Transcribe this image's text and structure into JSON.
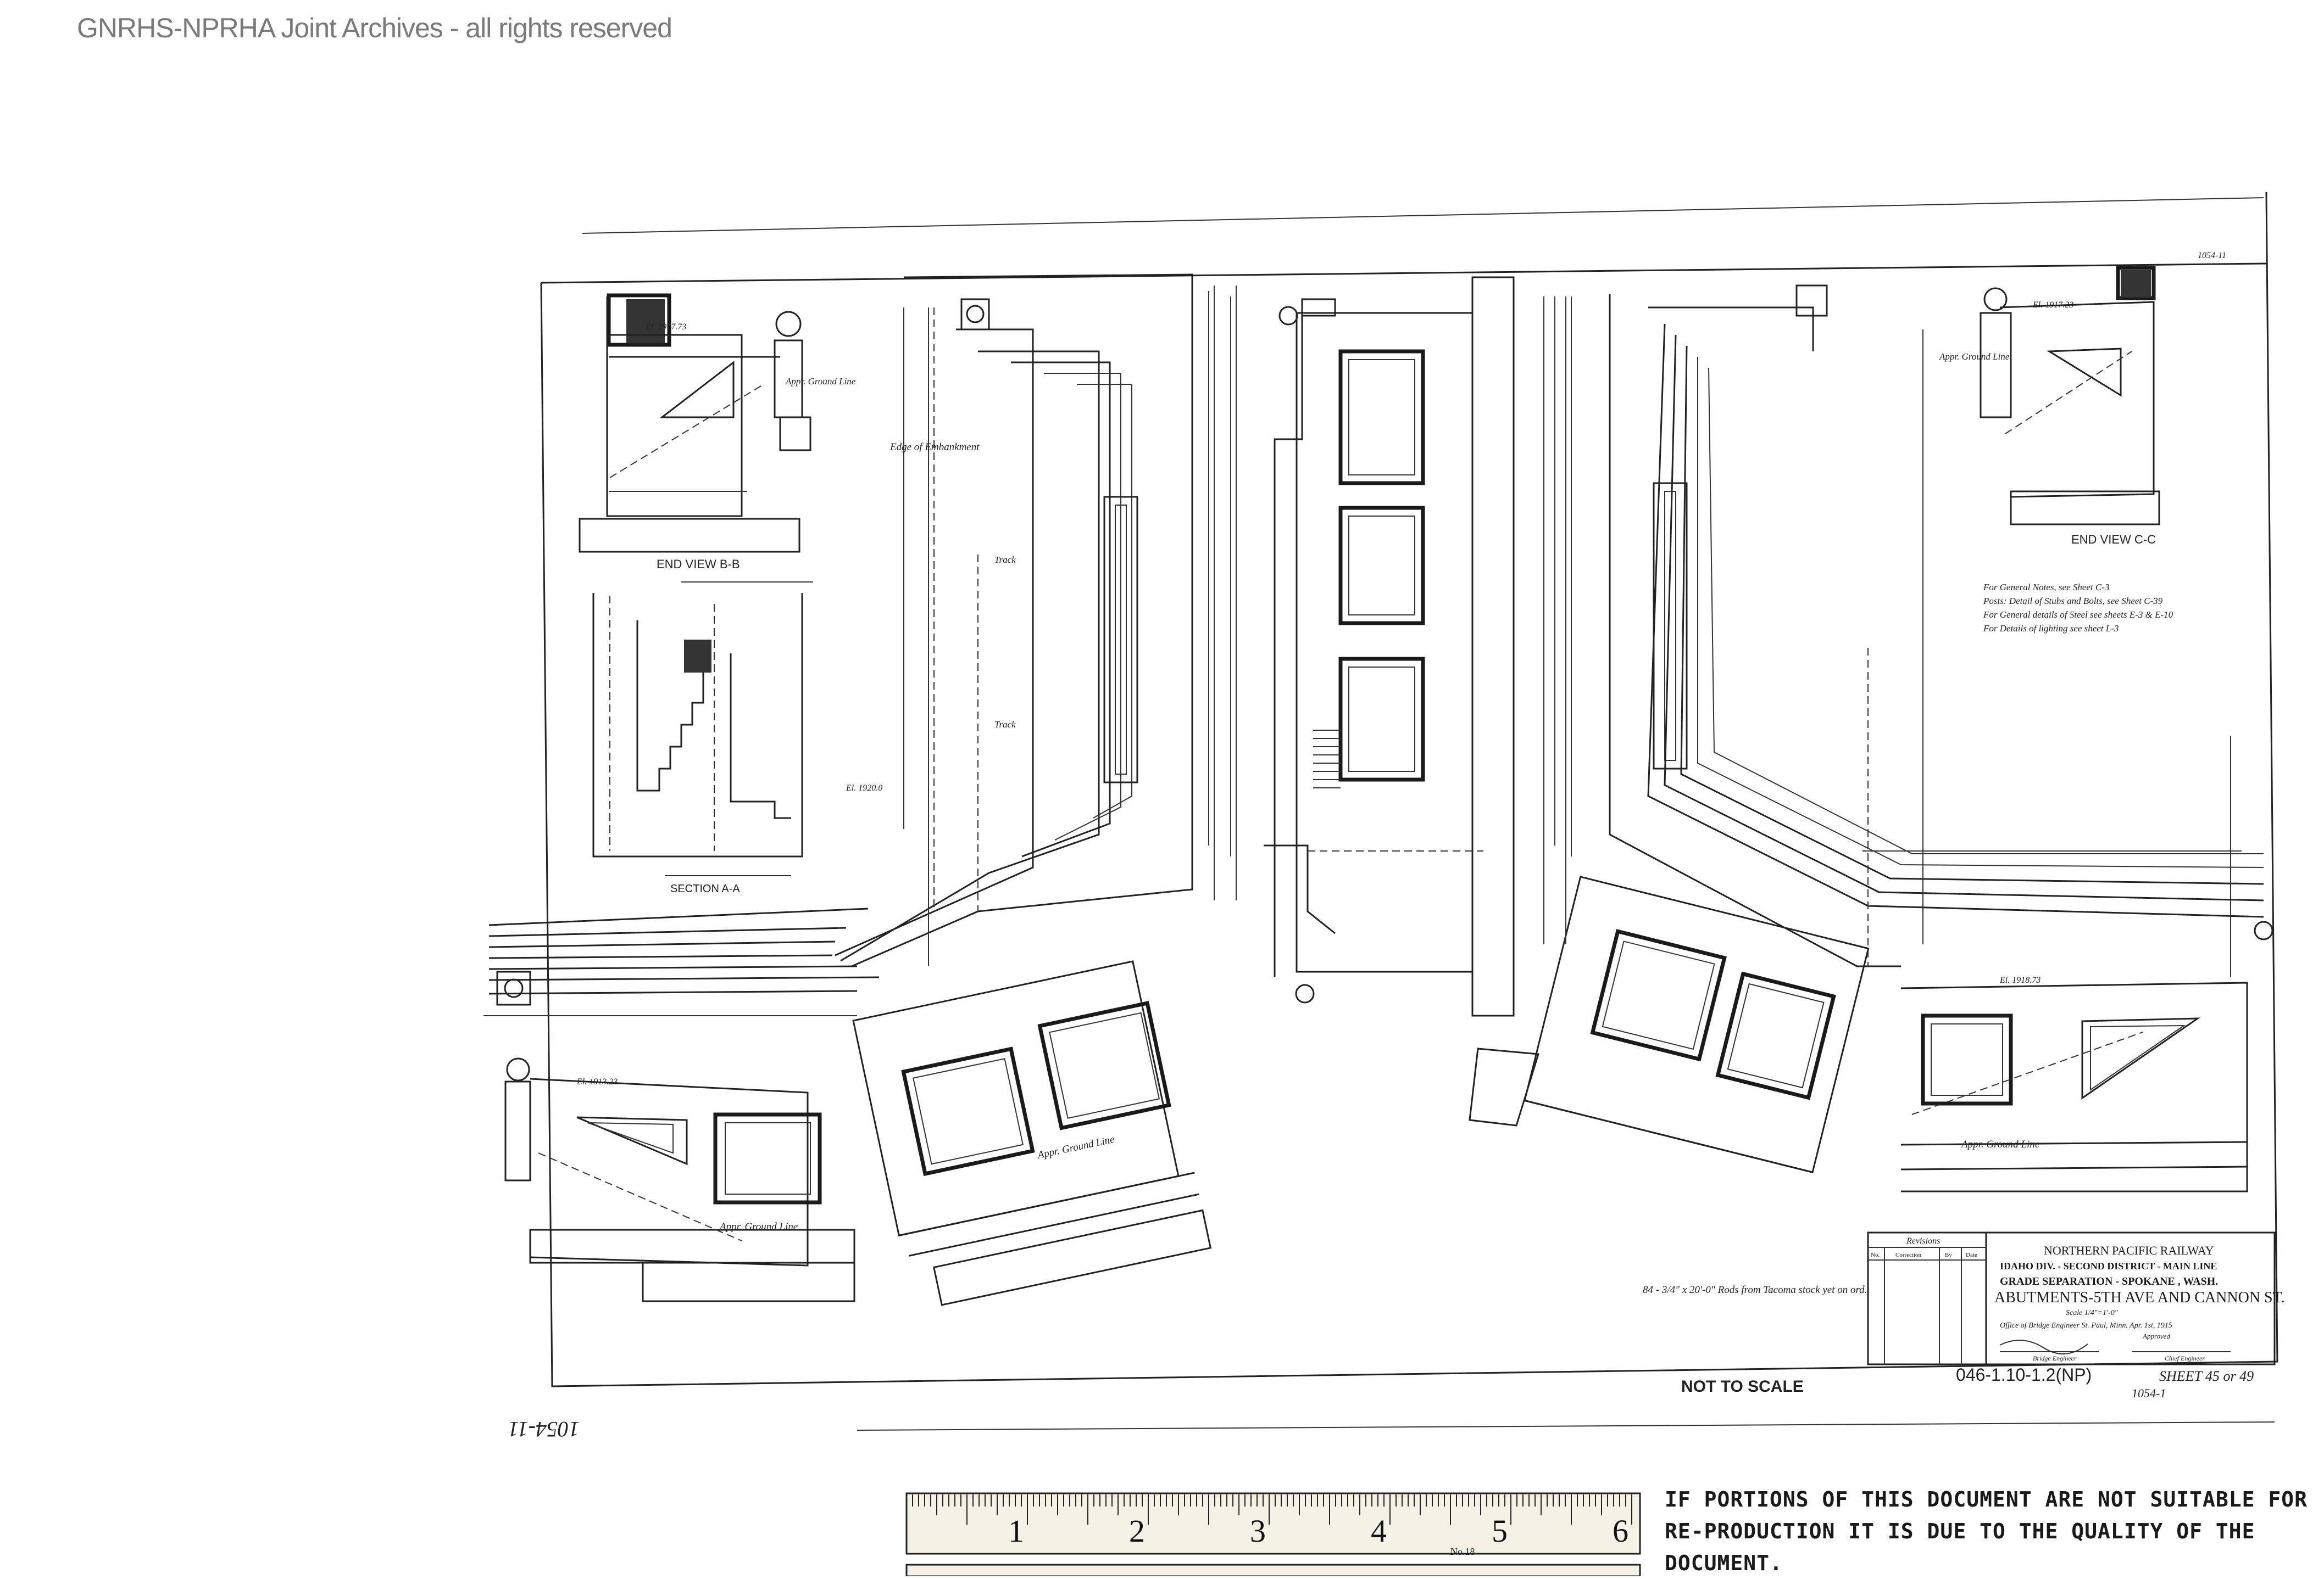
{
  "watermark": "GNRHS-NPRHA Joint Archives - all rights reserved",
  "title_block": {
    "railway": "NORTHERN PACIFIC RAILWAY",
    "division": "IDAHO DIV. - SECOND DISTRICT - MAIN LINE",
    "project": "GRADE SEPARATION - SPOKANE , WASH.",
    "title": "ABUTMENTS-5TH AVE AND CANNON ST.",
    "scale": "Scale 1/4\"=1'-0\"",
    "office": "Office of Bridge Engineer  St. Paul, Minn.  Apr. 1st, 1915",
    "approved": "Approved",
    "bridge_engineer": "Bridge Engineer",
    "chief_engineer": "Chief Engineer",
    "revisions_header": "Revisions",
    "revisions_cols": [
      "No.",
      "Correction",
      "By",
      "Date"
    ]
  },
  "footer": {
    "not_to_scale": "NOT TO SCALE",
    "drawing_number": "046-1.10-1.2(NP)",
    "sheet": "SHEET 45 or 49",
    "sheet_ref": "1054-1",
    "side_ref": "1054-11",
    "top_ref": "1054-11"
  },
  "views": {
    "end_view_bb": "END VIEW B-B",
    "section_aa": "SECTION A-A",
    "end_view_cc": "END VIEW C-C"
  },
  "notes": {
    "general": [
      "For General Notes, see Sheet C-3",
      "Posts: Detail of Stubs and Bolts, see Sheet C-39",
      "For General details of Steel see sheets E-3 & E-10",
      "For Details of lighting see sheet L-3"
    ],
    "rods": "84 - 3/4\" x 20'-0\" Rods from Tacoma stock yet on ord.",
    "edge_embankment": "Edge of Embankment",
    "appr_ground_line": "Appr. Ground Line",
    "track": "Track",
    "elevation_labels": [
      "El. 1917.73",
      "El. 1913.23",
      "El. 1917.23",
      "El. 1920.0",
      "El. 1918.73"
    ]
  },
  "ruler": {
    "numbers": [
      "1",
      "2",
      "3",
      "4",
      "5",
      "6"
    ],
    "brand": "No.18"
  },
  "notice": "IF PORTIONS OF THIS DOCUMENT ARE NOT SUITABLE FOR RE-PRODUCTION IT IS DUE TO THE QUALITY OF THE DOCUMENT."
}
